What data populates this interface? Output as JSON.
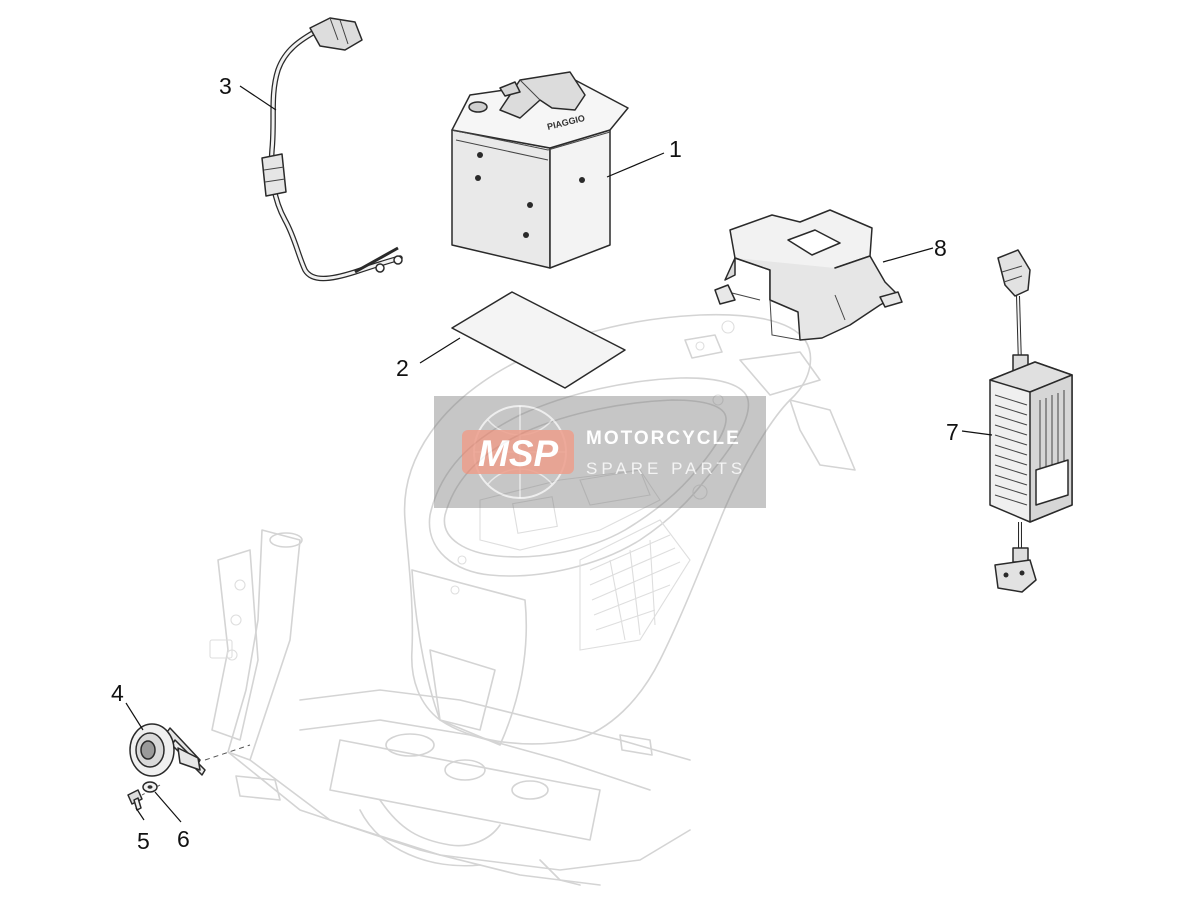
{
  "diagram": {
    "callouts": [
      {
        "id": "1",
        "label": "1"
      },
      {
        "id": "2",
        "label": "2"
      },
      {
        "id": "3",
        "label": "3"
      },
      {
        "id": "4",
        "label": "4"
      },
      {
        "id": "5",
        "label": "5"
      },
      {
        "id": "6",
        "label": "6"
      },
      {
        "id": "7",
        "label": "7"
      },
      {
        "id": "8",
        "label": "8"
      }
    ],
    "battery_brand": "PIAGGIO"
  },
  "watermark": {
    "logo": "MSP",
    "line1": "MOTORCYCLE",
    "line2": "SPARE PARTS"
  },
  "colors": {
    "ghost_outline": "#d4d4d4",
    "part_outline": "#2a2a2a",
    "watermark_bg": "#7a7a7a",
    "watermark_logo": "#e8826b"
  }
}
